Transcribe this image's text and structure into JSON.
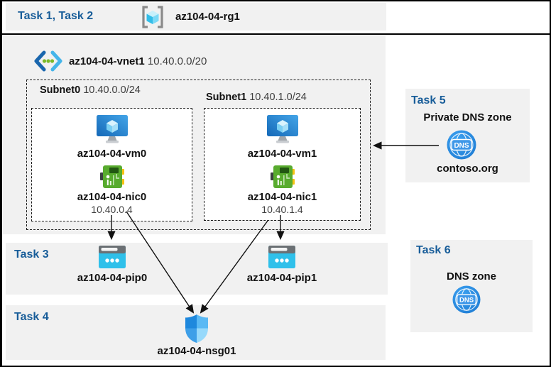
{
  "colors": {
    "task_heading": "#185d99",
    "panel_bg": "#f1f1f1",
    "arrow": "#111111",
    "dns_icon_blue": "#2089e2",
    "pip_cyan": "#2fc0ea",
    "nic_green": "#58ab2e",
    "vm_blue": "#2e8dd6"
  },
  "header": {
    "tasks": "Task 1, Task 2",
    "resource_group": "az104-04-rg1"
  },
  "vnet": {
    "name": "az104-04-vnet1",
    "cidr": "10.40.0.0/20",
    "subnets": [
      {
        "name": "Subnet0",
        "cidr": "10.40.0.0/24",
        "vm": "az104-04-vm0",
        "nic": "az104-04-nic0",
        "nic_ip": "10.40.0.4"
      },
      {
        "name": "Subnet1",
        "cidr": "10.40.1.0/24",
        "vm": "az104-04-vm1",
        "nic": "az104-04-nic1",
        "nic_ip": "10.40.1.4"
      }
    ]
  },
  "task3": {
    "heading": "Task 3",
    "public_ips": [
      "az104-04-pip0",
      "az104-04-pip1"
    ]
  },
  "task4": {
    "heading": "Task 4",
    "nsg": "az104-04-nsg01"
  },
  "task5": {
    "heading": "Task 5",
    "title": "Private DNS zone",
    "zone": "contoso.org",
    "icon_text": "DNS"
  },
  "task6": {
    "heading": "Task 6",
    "title": "DNS zone",
    "icon_text": "DNS"
  },
  "icons": [
    "resource-group-icon",
    "virtual-network-icon",
    "vm-icon",
    "nic-icon",
    "public-ip-icon",
    "nsg-shield-icon",
    "dns-zone-icon"
  ]
}
